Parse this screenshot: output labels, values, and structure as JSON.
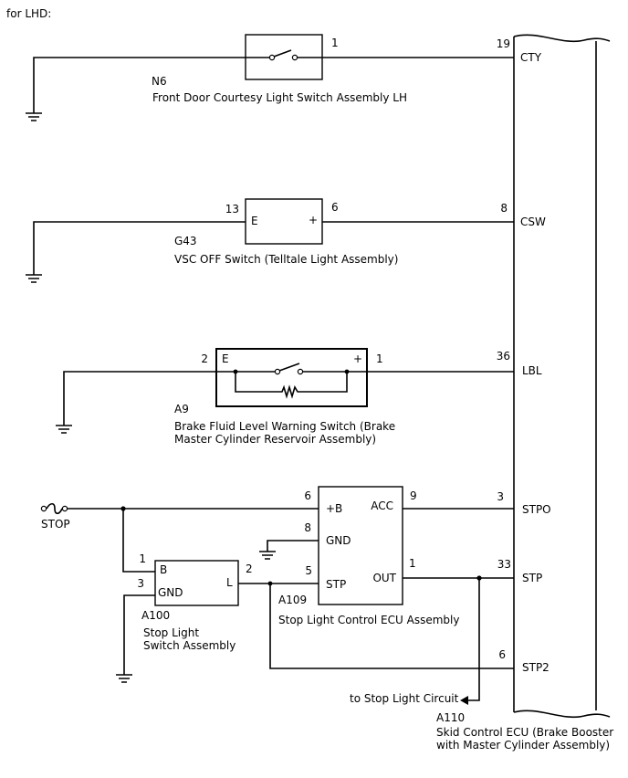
{
  "header": {
    "text": "for LHD:"
  },
  "ecu": {
    "pins": {
      "cty": "CTY",
      "csw": "CSW",
      "lbl": "LBL",
      "stpo": "STPO",
      "stp": "STP",
      "stp2": "STP2"
    },
    "pin_numbers": {
      "cty": "19",
      "csw": "8",
      "lbl": "36",
      "stpo": "3",
      "stp": "33",
      "stp2": "6"
    },
    "code": "A110",
    "name_line1": "Skid Control ECU (Brake Booster",
    "name_line2": "with Master Cylinder Assembly)"
  },
  "courtesy_switch": {
    "code": "N6",
    "name": "Front Door Courtesy Light Switch Assembly LH",
    "pin": "1"
  },
  "vsc_switch": {
    "code": "G43",
    "name": "VSC OFF Switch (Telltale Light Assembly)",
    "pin_left": "13",
    "pin_right": "6",
    "term_left": "E",
    "term_right": "+"
  },
  "brake_fluid_switch": {
    "code": "A9",
    "name_line1": "Brake Fluid Level Warning Switch (Brake",
    "name_line2": "Master Cylinder Reservoir Assembly)",
    "pin_left": "2",
    "pin_right": "1",
    "term_left": "E",
    "term_right": "+"
  },
  "stop_fuse": {
    "label": "STOP"
  },
  "stop_light_ecu": {
    "code": "A109",
    "name": "Stop Light Control ECU Assembly",
    "terms": {
      "b": "+B",
      "gnd": "GND",
      "stp": "STP",
      "acc": "ACC",
      "out": "OUT"
    },
    "pins": {
      "b": "6",
      "gnd": "8",
      "stp": "5",
      "acc": "9",
      "out": "1"
    }
  },
  "stop_light_switch": {
    "code": "A100",
    "name_line1": "Stop Light",
    "name_line2": "Switch Assembly",
    "terms": {
      "b": "B",
      "gnd": "GND",
      "l": "L"
    },
    "pins": {
      "b": "1",
      "gnd": "3",
      "l": "2"
    }
  },
  "stop_light_circuit": {
    "label": "to Stop Light Circuit"
  }
}
